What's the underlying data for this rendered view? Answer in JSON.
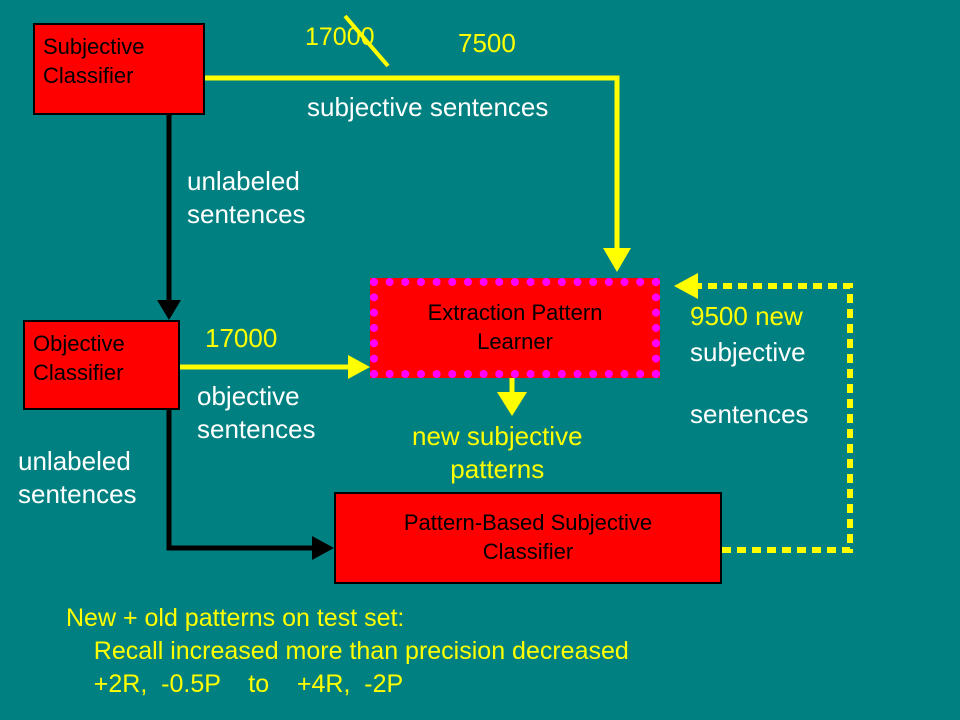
{
  "boxes": {
    "subjective_classifier": "Subjective\nClassifier",
    "objective_classifier": "Objective\nClassifier",
    "extraction_pattern_learner": "Extraction Pattern\nLearner",
    "pattern_based_classifier": "Pattern-Based Subjective\nClassifier"
  },
  "labels": {
    "crossed_count": "17000",
    "subjective_count": "7500",
    "subjective_sentences": "subjective sentences",
    "unlabeled_sentences_1": "unlabeled\nsentences",
    "objective_count": "17000",
    "objective_sentences": "objective\nsentences",
    "unlabeled_sentences_2": "unlabeled\nsentences",
    "new_subjective_patterns": "new subjective\npatterns",
    "new_subjective_sentences_count": "9500 new",
    "new_subjective_sentences_rest": "subjective\n\nsentences"
  },
  "notes": [
    "New + old patterns on test set:",
    "    Recall increased more than precision decreased",
    "    +2R,  -0.5P    to    +4R,  -2P"
  ],
  "colors": {
    "background": "#008080",
    "box_fill": "#FF0000",
    "arrow_yellow": "#FFFF00",
    "arrow_black": "#000000",
    "dotted_border": "#FF00FF",
    "text_white": "#FFFFFF",
    "text_yellow": "#FFFF00"
  }
}
